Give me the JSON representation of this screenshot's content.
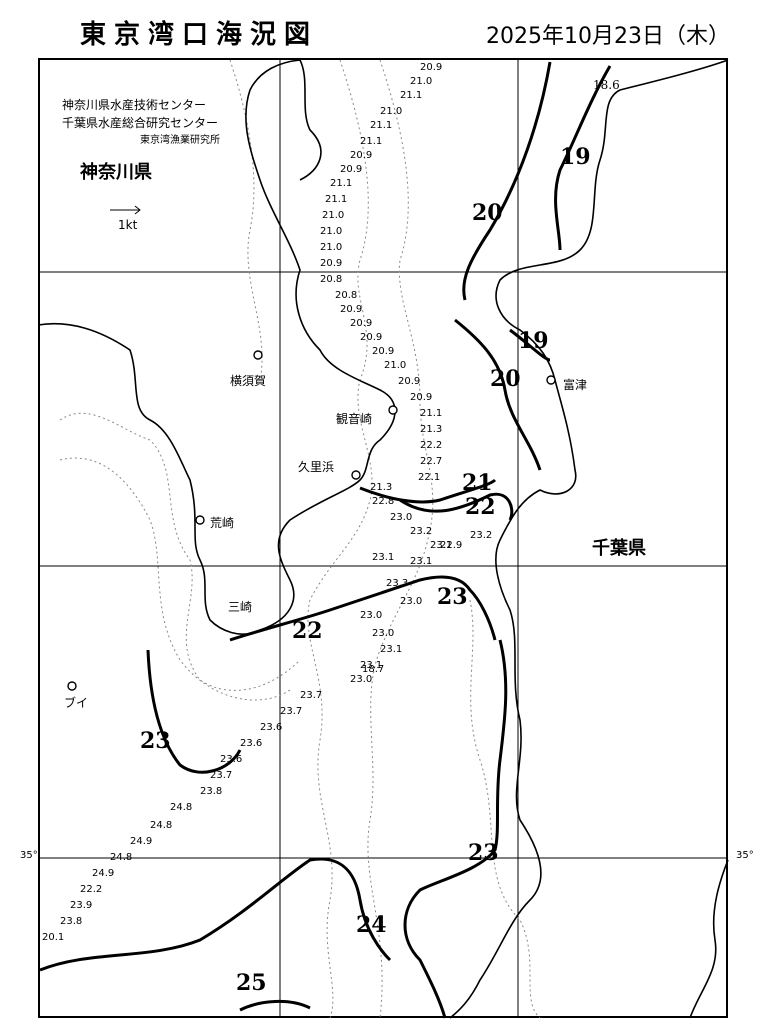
{
  "header": {
    "title": "東京湾口海況図",
    "date": "2025年10月23日（木）"
  },
  "organizations": {
    "org1": "神奈川県水産技術センター",
    "org2": "千葉県水産総合研究センター",
    "org3": "東京湾漁業研究所"
  },
  "legend": {
    "scale_label": "1kt"
  },
  "prefectures": {
    "kanagawa": "神奈川県",
    "chiba": "千葉県"
  },
  "places": {
    "yokosuka": "横須賀",
    "kannonzaki": "観音崎",
    "kurihama": "久里浜",
    "futtsu": "富津",
    "arasaki": "荒崎",
    "misaki": "三崎",
    "buoy": "ブイ"
  },
  "latitude_label": "35°",
  "isotherms": [
    "18.6",
    "19",
    "20",
    "20",
    "19",
    "21",
    "22",
    "22",
    "23",
    "23",
    "23",
    "24",
    "25"
  ],
  "temperature_readings": [
    "20.9",
    "21.0",
    "21.1",
    "21.0",
    "21.1",
    "21.1",
    "20.9",
    "20.9",
    "21.1",
    "21.1",
    "21.0",
    "21.0",
    "21.0",
    "20.9",
    "20.8",
    "20.8",
    "20.9",
    "20.9",
    "20.9",
    "20.9",
    "21.0",
    "20.9",
    "20.9",
    "21.1",
    "21.3",
    "22.2",
    "22.7",
    "22.1",
    "21.3",
    "22.8",
    "23.0",
    "23.2",
    "23.1",
    "23.1",
    "22.9",
    "23.2",
    "23.1",
    "23.3",
    "23.0",
    "23.0",
    "23.0",
    "23.1",
    "23.1",
    "23.0",
    "23.7",
    "23.7",
    "23.6",
    "23.6",
    "23.6",
    "23.7",
    "23.8",
    "24.8",
    "24.8",
    "24.9",
    "24.8",
    "24.9",
    "22.2",
    "23.9",
    "23.8",
    "20.1",
    "18.7"
  ],
  "colors": {
    "land_line": "#000000",
    "isotherm": "#000000",
    "contour": "#888888"
  }
}
